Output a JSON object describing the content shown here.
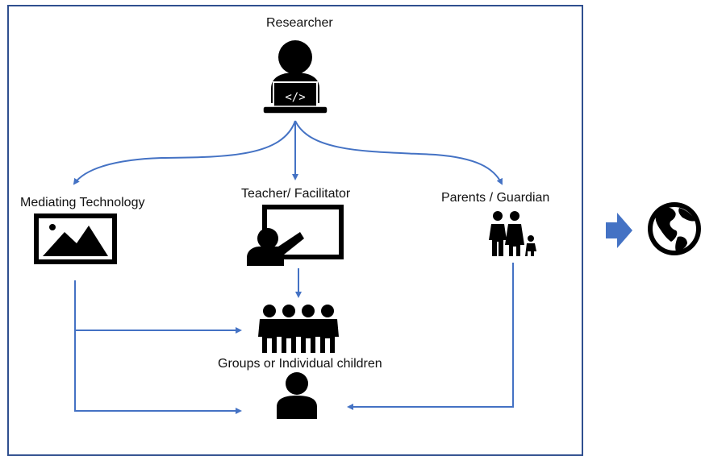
{
  "labels": {
    "researcher": "Researcher",
    "mediating_technology": "Mediating Technology",
    "teacher": "Teacher/ Facilitator",
    "parents": "Parents / Guardian",
    "children": "Groups or Individual children"
  },
  "icons": {
    "researcher": "coder-at-laptop-icon",
    "mediating_technology": "image-landscape-icon",
    "teacher": "teacher-whiteboard-icon",
    "parents": "family-icon",
    "children": "group-of-children-icon",
    "individual": "single-person-icon",
    "arrow": "right-arrow-icon",
    "globe": "globe-icon"
  },
  "colors": {
    "connector": "#4472c4",
    "frame": "#2f4f8f",
    "arrow": "#4472c4",
    "icon": "#000000"
  },
  "researcher_icon_glyph": "</>"
}
